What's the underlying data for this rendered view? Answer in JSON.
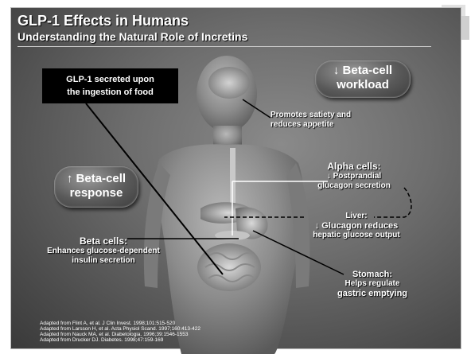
{
  "slide": {
    "title": "GLP-1 Effects in Humans",
    "subtitle": "Understanding the Natural Role of Incretins"
  },
  "callout": {
    "line1": "GLP-1 secreted upon",
    "line2": "the ingestion of food"
  },
  "pills": {
    "workload_line1": "↓ Beta-cell",
    "workload_line2": "workload",
    "response_line1": "↑ Beta-cell",
    "response_line2": "response"
  },
  "effects": {
    "satiety_line1": "Promotes satiety and",
    "satiety_line2": "reduces appetite",
    "alpha_title": "Alpha cells:",
    "alpha_line1": "↓ Postprandial",
    "alpha_line2": "glucagon secretion",
    "liver_title": "Liver:",
    "liver_line1": "↓ Glucagon reduces",
    "liver_line2": "hepatic glucose output",
    "beta_title": "Beta cells:",
    "beta_line1": "Enhances glucose-dependent",
    "beta_line2": "insulin secretion",
    "stomach_title": "Stomach:",
    "stomach_line1": "Helps regulate",
    "stomach_line2": "gastric emptying"
  },
  "references": [
    "Adapted from Flint A, et al. J Clin Invest. 1998;101:515-520",
    "Adapted from Larsson H, et al. Acta Physiol Scand. 1997;160:413-422",
    "Adapted from Nauck MA, et al. Diabetologia. 1996;39:1546-1553",
    "Adapted from Drucker DJ. Diabetes. 1998;47:159-169"
  ],
  "colors": {
    "background": "#6d6d6d",
    "text": "#ffffff",
    "callout_box": "#000000"
  },
  "icons": {
    "human_figure": "human-torso-illustration"
  }
}
